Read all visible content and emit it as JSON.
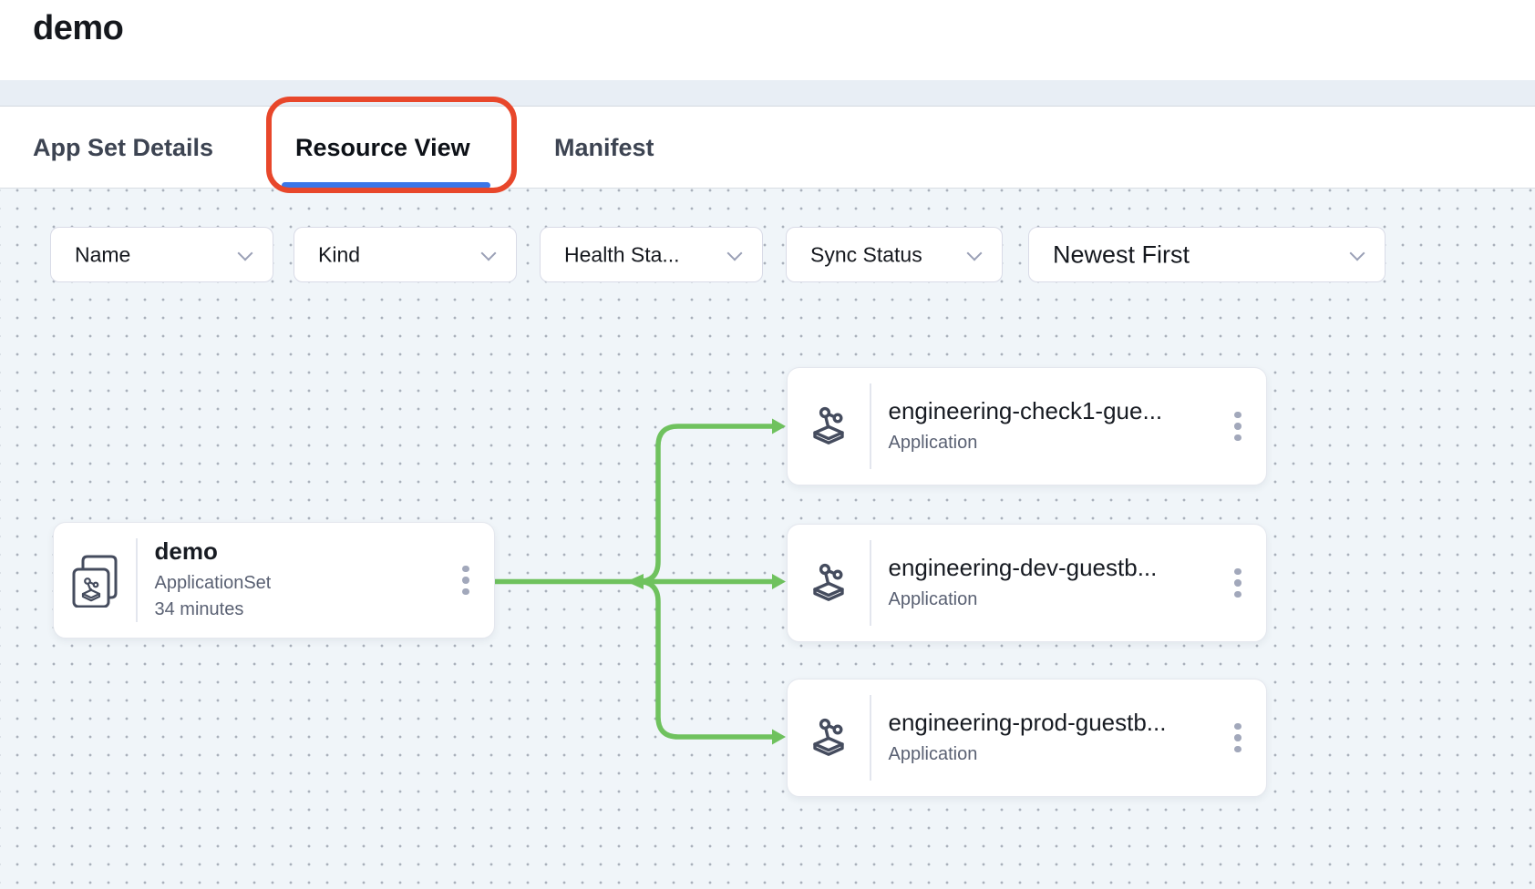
{
  "header": {
    "title": "demo"
  },
  "tabs": [
    {
      "label": "App Set Details",
      "active": false
    },
    {
      "label": "Resource View",
      "active": true
    },
    {
      "label": "Manifest",
      "active": false
    }
  ],
  "filters": {
    "name": {
      "label": "Name"
    },
    "kind": {
      "label": "Kind"
    },
    "health": {
      "label": "Health Sta..."
    },
    "sync": {
      "label": "Sync Status"
    },
    "sort": {
      "label": "Newest First"
    }
  },
  "graph": {
    "root": {
      "name": "demo",
      "kind": "ApplicationSet",
      "age": "34 minutes"
    },
    "children": [
      {
        "name": "engineering-check1-gue...",
        "kind": "Application"
      },
      {
        "name": "engineering-dev-guestb...",
        "kind": "Application"
      },
      {
        "name": "engineering-prod-guestb...",
        "kind": "Application"
      }
    ]
  },
  "colors": {
    "accent-blue": "#3b76e8",
    "annotation-red": "#e8472b",
    "edge-green": "#6fc25e"
  }
}
